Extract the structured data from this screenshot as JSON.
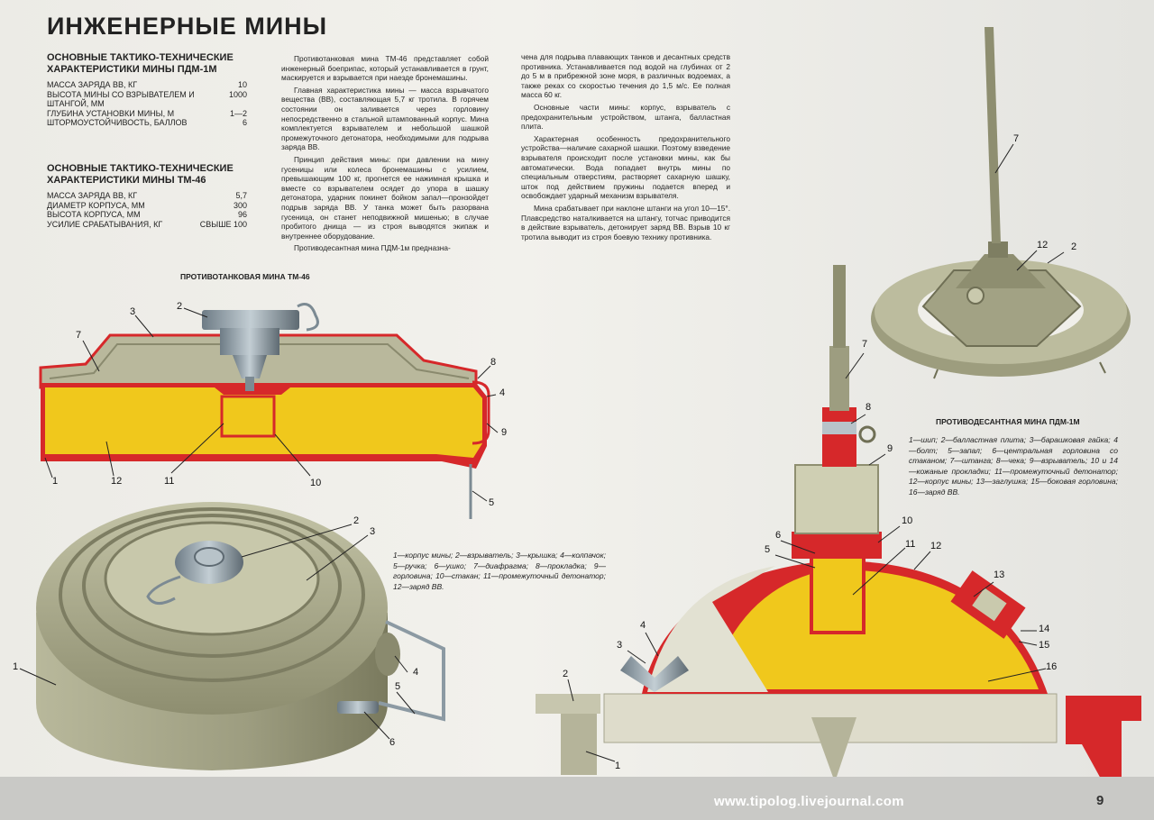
{
  "title": "ИНЖЕНЕРНЫЕ МИНЫ",
  "specs_pdm": {
    "heading": "ОСНОВНЫЕ ТАКТИКО-ТЕХНИЧЕСКИЕ ХАРАКТЕРИСТИКИ МИНЫ ПДМ-1м",
    "rows": [
      {
        "label": "МАССА ЗАРЯДА ВВ, кг",
        "value": "10"
      },
      {
        "label": "ВЫСОТА МИНЫ СО ВЗРЫВАТЕЛЕМ И ШТАНГОЙ, мм",
        "value": "1000"
      },
      {
        "label": "ГЛУБИНА УСТАНОВКИ МИНЫ, м",
        "value": "1—2"
      },
      {
        "label": "ШТОРМОУСТОЙЧИВОСТЬ, баллов",
        "value": "6"
      }
    ]
  },
  "specs_tm": {
    "heading": "ОСНОВНЫЕ ТАКТИКО-ТЕХНИЧЕСКИЕ ХАРАКТЕРИСТИКИ МИНЫ ТМ-46",
    "rows": [
      {
        "label": "МАССА ЗАРЯДА ВВ, кг",
        "value": "5,7"
      },
      {
        "label": "ДИАМЕТР КОРПУСА, мм",
        "value": "300"
      },
      {
        "label": "ВЫСОТА КОРПУСА, мм",
        "value": "96"
      },
      {
        "label": "УСИЛИЕ СРАБАТЫВАНИЯ, кг",
        "value": "свыше 100"
      }
    ]
  },
  "text_col1": [
    "Противотанковая мина ТМ-46 представляет собой инженерный боеприпас, который устанавливается в грунт, маскируется и взрывается при наезде бронемашины.",
    "Главная характеристика мины — масса взрывчатого вещества (ВВ), составляющая 5,7 кг тротила. В горячем состоянии он заливается через горловину непосредственно в стальной штампованный корпус. Мина комплектуется взрывателем и небольшой шашкой промежуточного детонатора, необходимыми для подрыва заряда ВВ.",
    "Принцип действия мины: при давлении на мину гусеницы или колеса бронемашины с усилием, превышающим 100 кг, прогнется ее нажимная крышка и вместе со взрывателем осядет до упора в шашку детонатора, ударник покинет бойком запал—пронзойдет подрыв заряда ВВ. У танка может быть разорвана гусеница, он станет неподвижной мишенью; в случае пробитого днища — из строя выводятся экипаж и внутреннее оборудование.",
    "Противодесантная мина ПДМ-1м предназна-"
  ],
  "text_col2": [
    "чена для подрыва плавающих танков и десантных средств противника. Устанавливается под водой на глубинах от 2 до 5 м в прибрежной зоне моря, в различных водоемах, а также реках со скоростью течения до 1,5 м/с. Ее полная масса 60 кг.",
    "Основные части мины: корпус, взрыватель с предохранительным устройством, штанга, балластная плита.",
    "Характерная особенность предохранительного устройства—наличие сахарной шашки. Поэтому взведение взрывателя происходит после установки мины, как бы автоматически. Вода попадает внутрь мины по специальным отверстиям, растворяет сахарную шашку, шток под действием пружины подается вперед и освобождает ударный механизм взрывателя.",
    "Мина срабатывает при наклоне штанги на угол 10—15°. Плавсредство наталкивается на штангу, тотчас приводится в действие взрыватель, детонирует заряд ВВ. Взрыв 10 кг тротила выводит из строя боевую технику противника."
  ],
  "caption_tm": "ПРОТИВОТАНКОВАЯ МИНА ТМ-46",
  "caption_pdm": "ПРОТИВОДЕСАНТНАЯ МИНА ПДМ-1м",
  "legend_tm": "1—корпус мины; 2—взрыватель; 3—крышка; 4—колпачок; 5—ручка; 6—ушко; 7—диафрагма; 8—прокладка; 9—горловина; 10—стакан; 11—промежуточный детонатор; 12—заряд ВВ.",
  "legend_pdm": "1—шип; 2—балластная плита; 3—барашковая гайка; 4—болт; 5—запал; 6—центральная горловина со стаканом; 7—штанга; 8—чека; 9—взрыватель; 10 и 14—кожаные прокладки; 11—промежуточный детонатор; 12—корпус мины; 13—заглушка; 15—боковая горловина; 16—заряд ВВ.",
  "labels_tm_section": {
    "l1": "1",
    "l2": "2",
    "l3": "3",
    "l4": "4",
    "l5": "5",
    "l7": "7",
    "l8": "8",
    "l9": "9",
    "l10": "10",
    "l11": "11",
    "l12": "12"
  },
  "labels_tm_exterior": {
    "l1": "1",
    "l2": "2",
    "l3": "3",
    "l4": "4",
    "l5": "5",
    "l6": "6"
  },
  "labels_pdm_section": {
    "l1": "1",
    "l2": "2",
    "l3": "3",
    "l4": "4",
    "l5": "5",
    "l6": "6",
    "l7": "7",
    "l8": "8",
    "l9": "9",
    "l10": "10",
    "l11": "11",
    "l12": "12",
    "l13": "13",
    "l14": "14",
    "l15": "15",
    "l16": "16"
  },
  "labels_pdm_exterior": {
    "l2": "2",
    "l7": "7",
    "l12": "12"
  },
  "watermark": "www.tipolog.livejournal.com",
  "page_number": "9",
  "colors": {
    "explosive": "#f0c81c",
    "casing_red": "#d6282a",
    "metal_olive": "#a9a98a",
    "steel": "#8c9aa3"
  }
}
